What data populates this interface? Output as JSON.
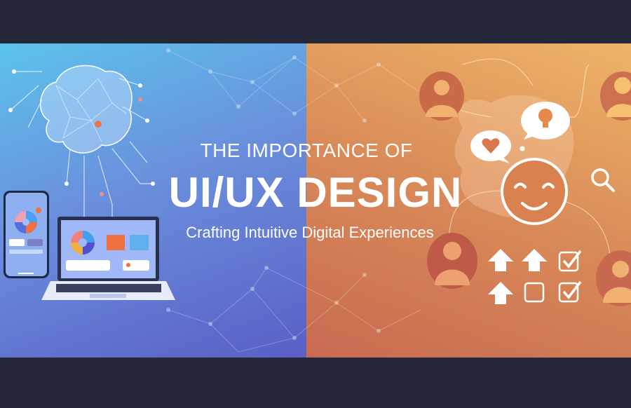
{
  "banner": {
    "title_line1": "THE IMPORTANCE OF",
    "title_line2": "UI/UX DESIGN",
    "subtitle": "Crafting Intuitive Digital Experiences"
  },
  "colors": {
    "background": "#242838",
    "left_top": "#5cc3ec",
    "left_bottom": "#5a5fc6",
    "right_top": "#eeb468",
    "right_bottom": "#c86a52",
    "accent_orange": "#e8774a"
  },
  "icons": [
    "brain-icon",
    "smartphone-icon",
    "laptop-icon",
    "user-avatar-icon",
    "heart-bubble-icon",
    "lightbulb-bubble-icon",
    "smiley-face-icon",
    "search-icon",
    "arrow-up-icon",
    "checkbox-checked-icon",
    "checkbox-empty-icon"
  ]
}
